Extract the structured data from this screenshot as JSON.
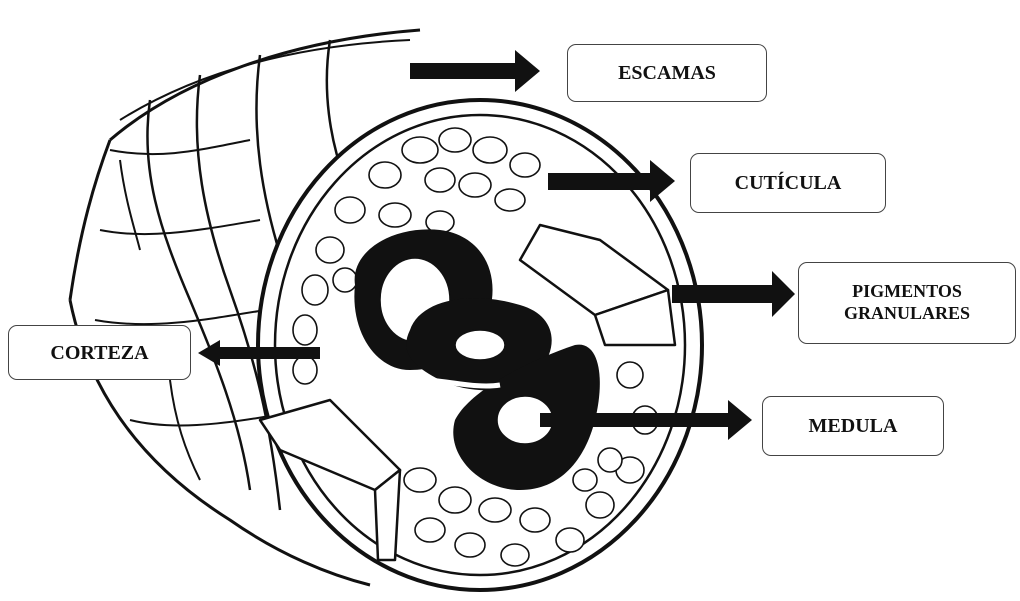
{
  "labels": {
    "escamas": "ESCAMAS",
    "cuticula": "CUTÍCULA",
    "pigmentos_line1": "PIGMENTOS",
    "pigmentos_line2": "GRANULARES",
    "corteza": "CORTEZA",
    "medula": "MEDULA"
  },
  "colors": {
    "ink": "#111111",
    "paper": "#ffffff",
    "box_border": "#444444"
  }
}
